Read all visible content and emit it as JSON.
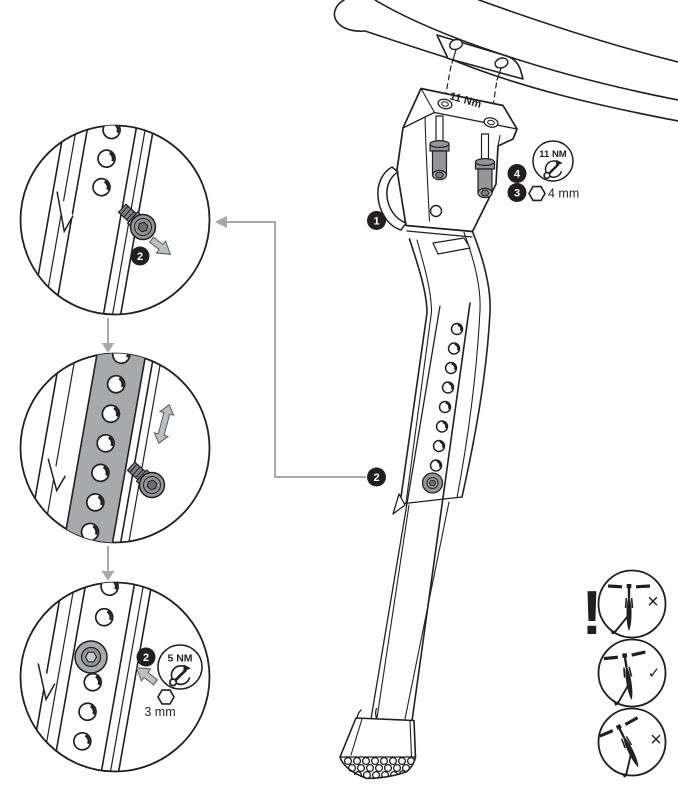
{
  "colors": {
    "line": "#231f20",
    "metal_gray": "#939598",
    "panel_gray": "#a7a9ac",
    "arrow_gray": "#bcbec0",
    "connector_gray": "#a7a9ac",
    "background": "#ffffff"
  },
  "callouts": {
    "step1": "1",
    "step2": "2",
    "step3": "3",
    "step4": "4"
  },
  "main": {
    "bracket_print": "11 Nm",
    "torque_circle_label": "11 NM",
    "hex_label": "4 mm",
    "callout_leg": "2"
  },
  "details": {
    "remove": {
      "callout": "2"
    },
    "adjust": {},
    "tighten": {
      "callout": "2",
      "torque": "5 NM",
      "hex_label": "3 mm"
    }
  },
  "guide": {
    "warning": "!",
    "items": [
      {
        "icon": "bike-upright",
        "mark": "×",
        "correct": false
      },
      {
        "icon": "bike-slight-lean",
        "mark": "✓",
        "correct": true
      },
      {
        "icon": "bike-over-lean",
        "mark": "×",
        "correct": false
      }
    ]
  }
}
